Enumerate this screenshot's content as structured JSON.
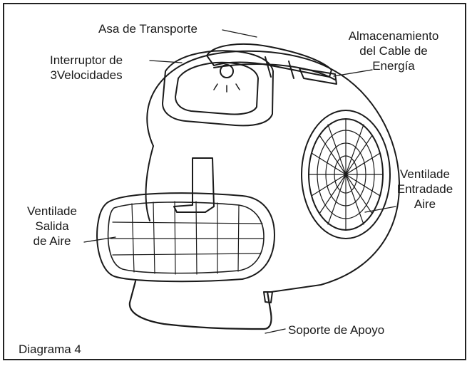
{
  "labels": {
    "carry_handle": "Asa de Transporte",
    "switch": [
      "Interruptor de",
      "3Velocidades"
    ],
    "cord_storage": [
      "Almacenamiento",
      "del Cable de",
      "Energía"
    ],
    "inlet": [
      "Ventilade",
      "Entradade",
      "Aire"
    ],
    "outlet": [
      "Ventilade",
      "Salida",
      "de Aire"
    ],
    "stand": "Soporte de Apoyo",
    "caption": "Diagrama 4"
  }
}
